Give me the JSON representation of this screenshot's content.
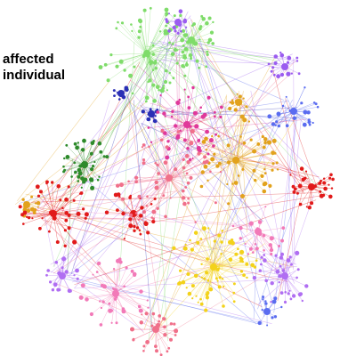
{
  "caption": {
    "line1": "affected",
    "line2": "individual"
  },
  "clusters": [
    {
      "name": "green-top",
      "color": "#7fdc6a"
    },
    {
      "name": "purple-top-left",
      "color": "#9b5cf0"
    },
    {
      "name": "navy",
      "color": "#2a2fb5"
    },
    {
      "name": "magenta",
      "color": "#e0389a"
    },
    {
      "name": "orange-gold",
      "color": "#e2a21c"
    },
    {
      "name": "dark-green",
      "color": "#2d8a2a"
    },
    {
      "name": "red",
      "color": "#e11a1a"
    },
    {
      "name": "yellow",
      "color": "#f3d21a"
    },
    {
      "name": "pink",
      "color": "#f27ab8"
    },
    {
      "name": "violet",
      "color": "#b06ef2"
    },
    {
      "name": "blue-periwinkle",
      "color": "#5a6cf0"
    },
    {
      "name": "salmon",
      "color": "#f0708a"
    }
  ]
}
